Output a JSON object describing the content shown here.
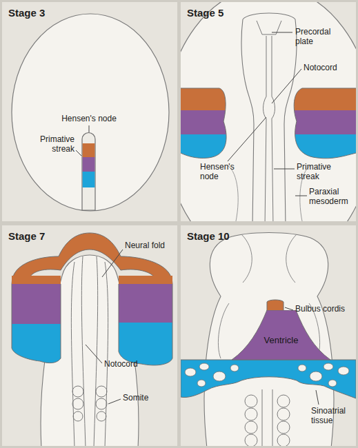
{
  "diagram": {
    "nodes": [
      {
        "text": [
          "Stage 3"
        ]
      },
      {
        "text": [
          "Stage 5"
        ]
      },
      {
        "text": [
          "Stage 7"
        ]
      },
      {
        "text": [
          "Stage 10"
        ]
      },
      {
        "text": [
          "Ventricle"
        ],
        "in": 3
      }
    ],
    "labels": [
      "Hensen's node",
      "Primative streak",
      "Precordal plate",
      "Notocord",
      "Hensen's node",
      "Primative streak",
      "Paraxial mesoderm",
      "Neural fold",
      "Notocord",
      "Somite",
      "Bulbus cordis",
      "Sinoatrial tissue"
    ]
  }
}
